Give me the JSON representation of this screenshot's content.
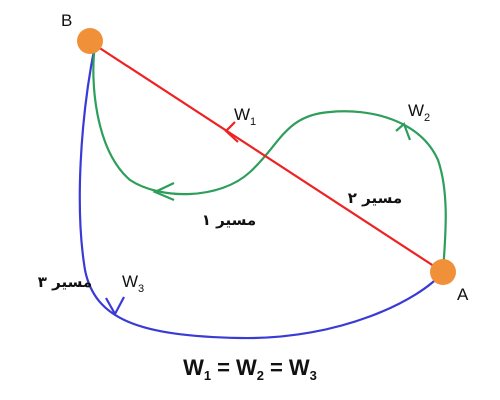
{
  "points": {
    "A": {
      "label": "A"
    },
    "B": {
      "label": "B"
    }
  },
  "paths": [
    {
      "id": "straight",
      "work_letter": "W",
      "work_sub": "1",
      "color": "#ee2222"
    },
    {
      "id": "path1",
      "name": "مسیر ۱",
      "color": "#2e9e5b"
    },
    {
      "id": "path2",
      "name": "مسیر ۲",
      "work_letter": "W",
      "work_sub": "2",
      "color": "#2e9e5b"
    },
    {
      "id": "path3",
      "name": "مسیر ۳",
      "work_letter": "W",
      "work_sub": "3",
      "color": "#3a3ad6"
    }
  ],
  "equation": {
    "parts": [
      {
        "letter": "W",
        "sub": "1"
      },
      {
        "letter": "W",
        "sub": "2"
      },
      {
        "letter": "W",
        "sub": "3"
      }
    ],
    "sep": "="
  },
  "colors": {
    "point_fill": "#f0913a",
    "text": "#111111"
  }
}
